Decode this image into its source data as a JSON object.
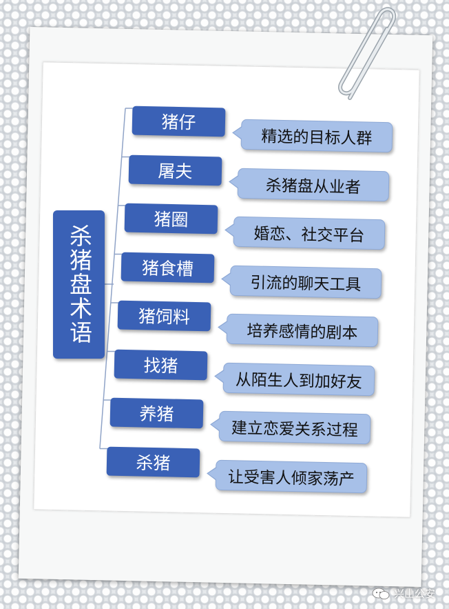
{
  "diagram": {
    "root": "杀猪盘术语",
    "items": [
      {
        "term": "猪仔",
        "meaning": "精选的目标人群"
      },
      {
        "term": "屠夫",
        "meaning": "杀猪盘从业者"
      },
      {
        "term": "猪圈",
        "meaning": "婚恋、社交平台"
      },
      {
        "term": "猪食槽",
        "meaning": "引流的聊天工具"
      },
      {
        "term": "猪饲料",
        "meaning": "培养感情的剧本"
      },
      {
        "term": "找猪",
        "meaning": "从陌生人到加好友"
      },
      {
        "term": "养猪",
        "meaning": "建立恋爱关系过程"
      },
      {
        "term": "杀猪",
        "meaning": "让受害人倾家荡产"
      }
    ]
  },
  "watermark": {
    "text": "兴山公安",
    "icon": "wechat-icon"
  },
  "decor": {
    "clip_icon": "paperclip-icon"
  },
  "colors": {
    "term_bg": "#3a61b6",
    "callout_bg": "#a7c0e8",
    "connector": "#8fa3c7"
  }
}
